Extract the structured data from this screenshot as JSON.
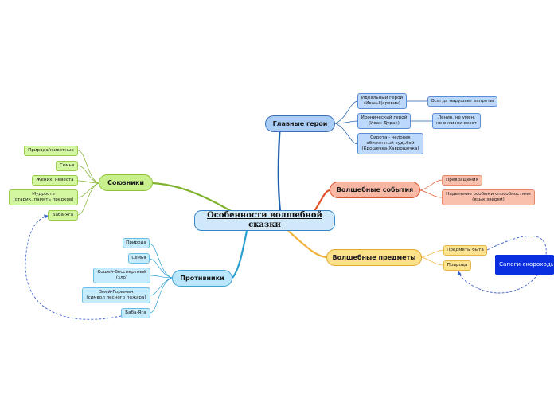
{
  "central": "Особенности волшебной сказки",
  "branches": {
    "heroes": {
      "label": "Главные герои",
      "items": [
        "Идеальный герой\n(Иван-Царевич)",
        "Всегда нарушает запреты",
        "Иронический герой\n(Иван-Дурак)",
        "Ленив, не умен,\nно в жизни везет",
        "Сирота - человек\nобиженный судьбой\n(Крошечка-Хаврошечка)"
      ]
    },
    "events": {
      "label": "Волшебные события",
      "items": [
        "Превращения",
        "Наделение особыми способностями\n(язык зверей)"
      ]
    },
    "objects": {
      "label": "Волшебные предметы",
      "items": [
        "Предметы быта",
        "Природа",
        "Сапоги-скороходы,\nклубок, зеркальце..."
      ]
    },
    "allies": {
      "label": "Союзники",
      "items": [
        "Природа/животные",
        "Семья",
        "Жених, невеста",
        "Мудрость\n(старик, память предков)",
        "Баба-Яга"
      ]
    },
    "enemies": {
      "label": "Противники",
      "items": [
        "Природа",
        "Семья",
        "Кощей-Бессмертный\n(зло)",
        "Змей-Горыныч\n(символ лесного пожара)",
        "Баба-Яга"
      ]
    }
  },
  "colors": {
    "heroes": "#1f5fb0",
    "events": "#e0532a",
    "objects": "#f0b23a",
    "allies": "#7fb22a",
    "enemies": "#2a9fd0",
    "relation": "#3a5fc8"
  }
}
